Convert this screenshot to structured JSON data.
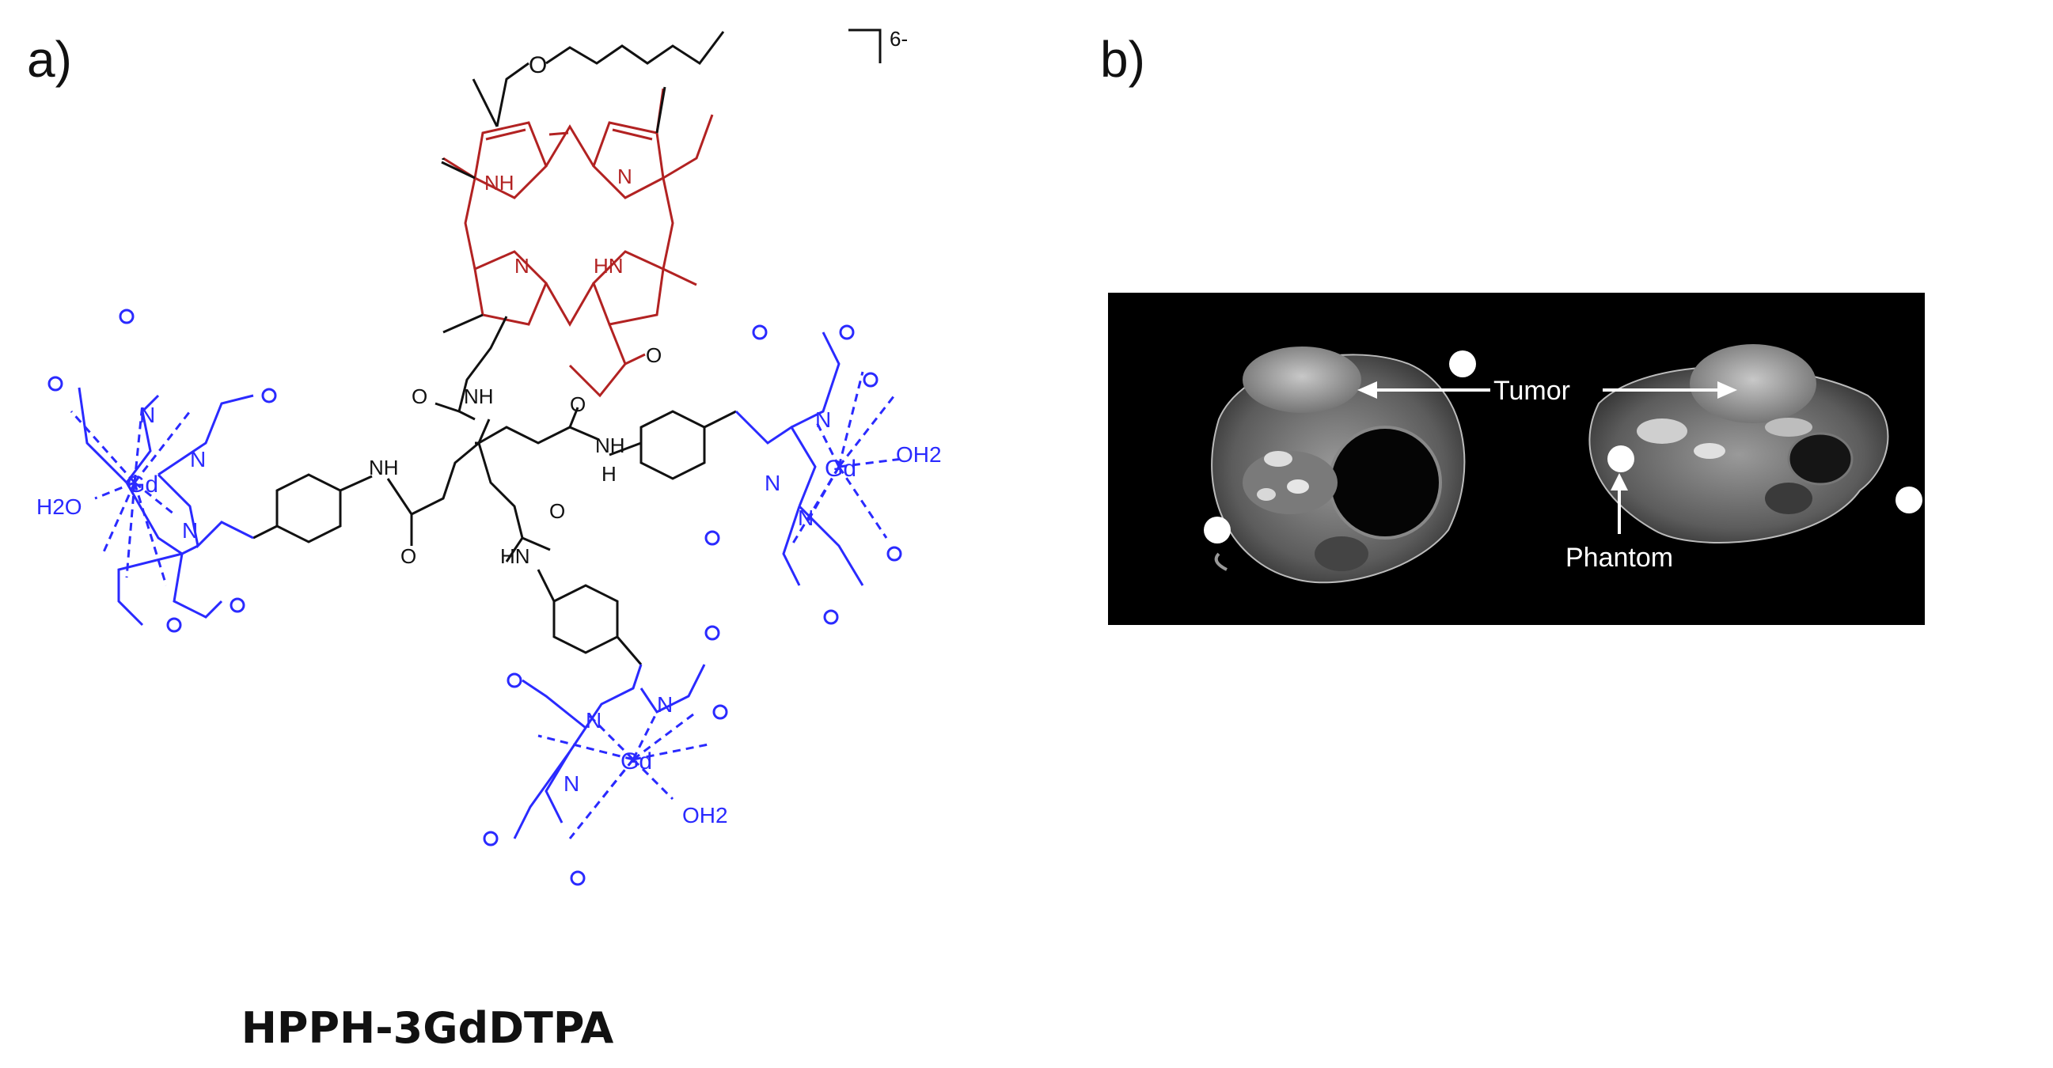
{
  "panels": {
    "a": {
      "label": "a)",
      "charge": "6-",
      "compound_name": "HPPH-3GdDTPA",
      "atom_labels": {
        "nh": "NH",
        "n": "N",
        "hn": "HN",
        "o": "O",
        "gd": "Gd",
        "h2o": "H2O",
        "oh2": "OH2",
        "h": "H"
      }
    },
    "b": {
      "label": "b)",
      "annotations": {
        "tumor": "Tumor",
        "phantom": "Phantom"
      }
    }
  },
  "colors": {
    "porphyrin": "#b22222",
    "dtpa": "#2a2aff",
    "linker": "#111111",
    "mri_background": "#000000"
  }
}
